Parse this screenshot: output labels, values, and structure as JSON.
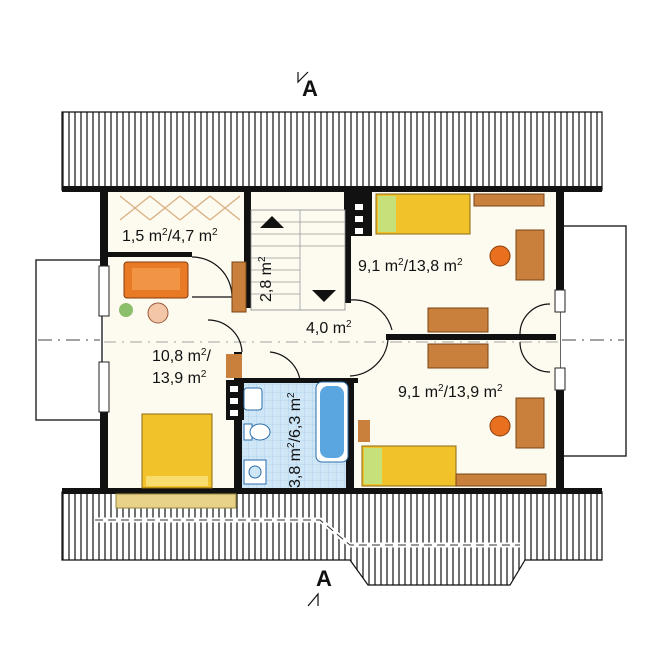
{
  "section_marker": {
    "letter": "A"
  },
  "rooms": [
    {
      "id": "closet",
      "area": "1,5 m",
      "sup": "2",
      "area2": "/4,7 m",
      "sup2": "2"
    },
    {
      "id": "stair",
      "area": "2,8 m",
      "sup": "2"
    },
    {
      "id": "bedroom-ne",
      "area": "9,1 m",
      "sup": "2",
      "area2": "/13,8 m",
      "sup2": "2"
    },
    {
      "id": "hall",
      "area": "4,0 m",
      "sup": "2"
    },
    {
      "id": "bedroom-w-line1",
      "area": "10,8 m",
      "sup": "2",
      "area2": "/",
      "sup2": ""
    },
    {
      "id": "bedroom-w-line2",
      "area": "13,9 m",
      "sup": "2"
    },
    {
      "id": "bedroom-se",
      "area": "9,1 m",
      "sup": "2",
      "area2": "/13,9 m",
      "sup2": "2"
    },
    {
      "id": "bathroom",
      "area": "3,8 m",
      "sup": "2",
      "area2": "/6,3 m",
      "sup2": "2"
    }
  ],
  "colors": {
    "floor": "#fdfaf0",
    "wall": "#111111",
    "tile": "#cfe6f7",
    "bed": "#f2c22b",
    "desk": "#c8803c",
    "chair": "#e8701f",
    "sofa": "#e87a26",
    "roof_hatch": "#222222"
  }
}
